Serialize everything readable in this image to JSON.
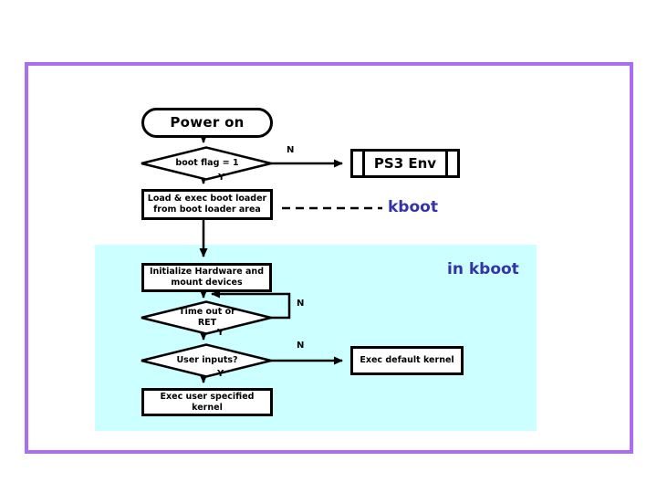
{
  "diagram": {
    "nodes": {
      "power_on": "Power on",
      "boot_flag": "boot flag = 1",
      "ps3_env": "PS3 Env",
      "load_loader": "Load & exec boot loader\nfrom boot loader area",
      "init_hw": "Initialize Hardware and\nmount devices",
      "timeout": "Time out or\nRET",
      "user_inputs": "User inputs?",
      "exec_default": "Exec default kernel",
      "exec_user": "Exec user specified kernel"
    },
    "edge_labels": {
      "boot_flag_no": "N",
      "boot_flag_yes": "Y",
      "timeout_no": "N",
      "timeout_yes": "Y",
      "user_inputs_no": "N",
      "user_inputs_yes": "Y"
    },
    "annotations": {
      "kboot": "kboot",
      "in_kboot": "in kboot"
    },
    "colors": {
      "border_purple": "#aa6ef2",
      "region_cyan": "#ccffff",
      "annotation_blue": "#3333aa",
      "line_black": "#000000"
    }
  }
}
